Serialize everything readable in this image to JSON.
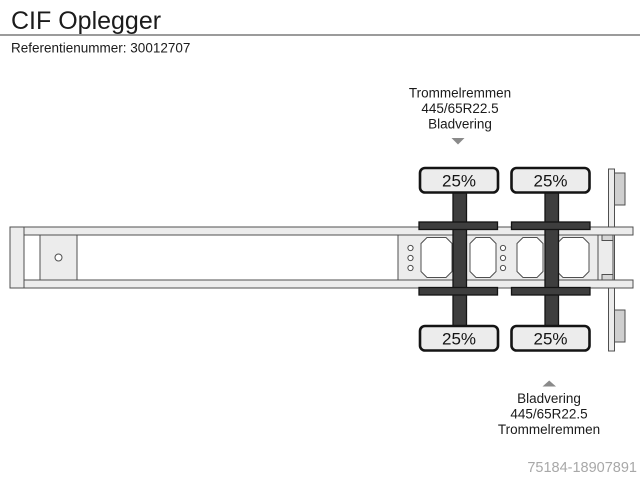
{
  "header": {
    "title": "CIF Oplegger",
    "reference": "Referentienummer: 30012707"
  },
  "diagram": {
    "front_axle_note": {
      "lines": [
        "Trommelremmen",
        "445/65R22.5",
        "Bladvering"
      ],
      "arrow_direction": "down"
    },
    "rear_axle_note": {
      "lines": [
        "Bladvering",
        "445/65R22.5",
        "Trommelremmen"
      ],
      "arrow_direction": "up"
    },
    "axle_loads": {
      "axle1_top": "25%",
      "axle2_top": "25%",
      "axle1_bottom": "25%",
      "axle2_bottom": "25%"
    }
  },
  "footer": {
    "watermark": "75184-18907891"
  },
  "colors": {
    "dark_parts": "#3e3e3e",
    "frame_fill": "#ececec",
    "outline": "#4f4f4f",
    "text": "#1b1b1b",
    "divider": "#9b9b9b",
    "arrow": "#8a8a8a",
    "watermark": "#a8a8a8"
  }
}
